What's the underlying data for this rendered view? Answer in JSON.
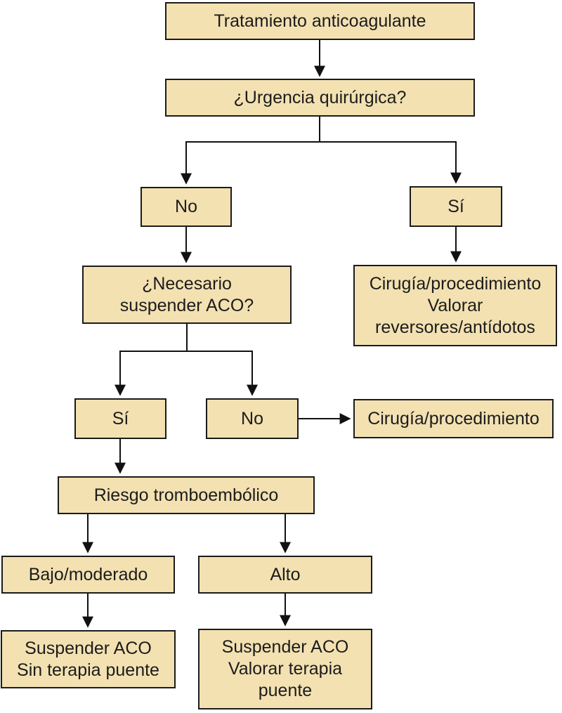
{
  "diagram": {
    "type": "flowchart",
    "language": "es",
    "colors": {
      "node_fill": "#f3e1b2",
      "node_border": "#1b1b1b",
      "connector": "#111111",
      "text": "#1c1c1c",
      "background": "#ffffff"
    },
    "nodes": {
      "tratamiento": {
        "label": "Tratamiento anticoagulante"
      },
      "urgencia": {
        "label": "¿Urgencia quirúrgica?"
      },
      "urgencia_no": {
        "label": "No"
      },
      "urgencia_si": {
        "label": "Sí"
      },
      "necesario": {
        "label": "¿Necesario\nsuspender ACO?"
      },
      "cirugia_reversores": {
        "label": "Cirugía/procedimiento\nValorar\nreversores/antídotos"
      },
      "necesario_si": {
        "label": "Sí"
      },
      "necesario_no": {
        "label": "No"
      },
      "cirugia": {
        "label": "Cirugía/procedimiento"
      },
      "riesgo": {
        "label": "Riesgo tromboembólico"
      },
      "bajo_moderado": {
        "label": "Bajo/moderado"
      },
      "alto": {
        "label": "Alto"
      },
      "suspender_sin_puente": {
        "label": "Suspender ACO\nSin terapia puente"
      },
      "suspender_valorar_puente": {
        "label": "Suspender ACO\nValorar terapia\npuente"
      }
    },
    "edges": [
      {
        "from": "tratamiento",
        "to": "urgencia"
      },
      {
        "from": "urgencia",
        "to": "urgencia_no"
      },
      {
        "from": "urgencia",
        "to": "urgencia_si"
      },
      {
        "from": "urgencia_no",
        "to": "necesario"
      },
      {
        "from": "urgencia_si",
        "to": "cirugia_reversores"
      },
      {
        "from": "necesario",
        "to": "necesario_si"
      },
      {
        "from": "necesario",
        "to": "necesario_no"
      },
      {
        "from": "necesario_no",
        "to": "cirugia"
      },
      {
        "from": "necesario_si",
        "to": "riesgo"
      },
      {
        "from": "riesgo",
        "to": "bajo_moderado"
      },
      {
        "from": "riesgo",
        "to": "alto"
      },
      {
        "from": "bajo_moderado",
        "to": "suspender_sin_puente"
      },
      {
        "from": "alto",
        "to": "suspender_valorar_puente"
      }
    ]
  }
}
